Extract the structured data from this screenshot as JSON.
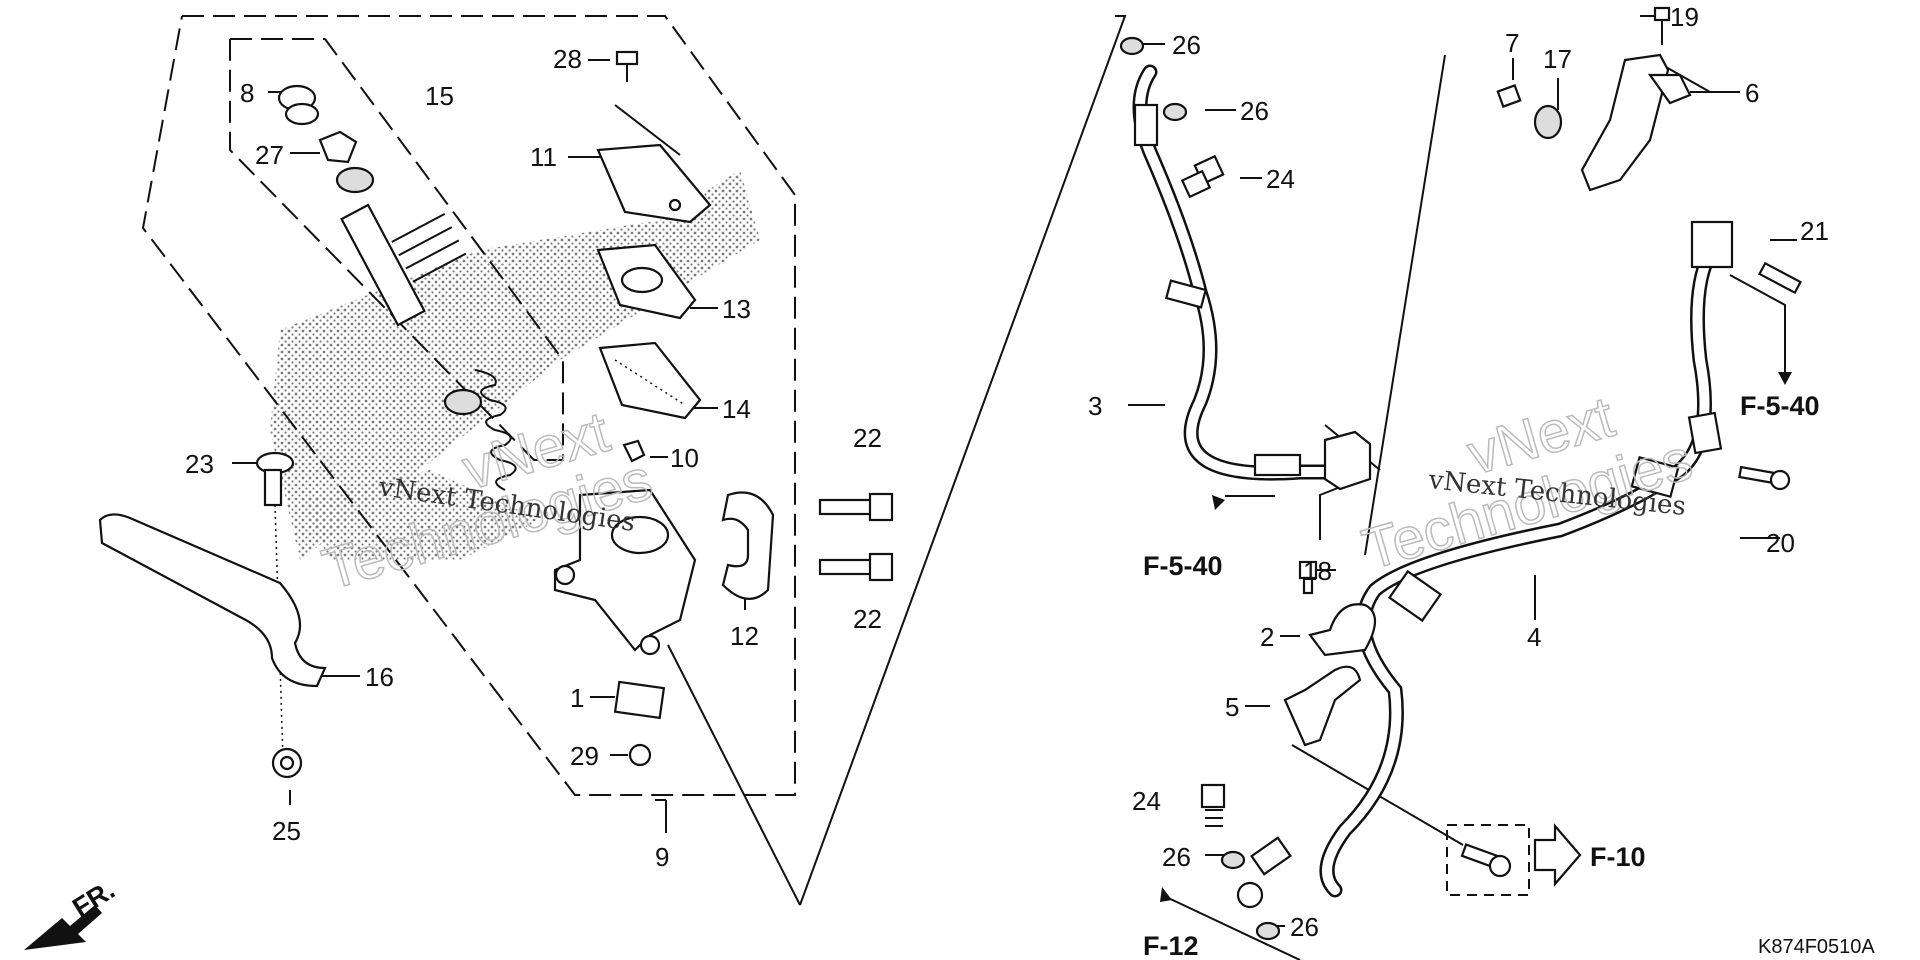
{
  "diagram": {
    "callouts": {
      "c1": "1",
      "c2": "2",
      "c3": "3",
      "c4": "4",
      "c5": "5",
      "c6": "6",
      "c7": "7",
      "c8": "8",
      "c9": "9",
      "c10": "10",
      "c11": "11",
      "c12": "12",
      "c13": "13",
      "c14": "14",
      "c15": "15",
      "c16": "16",
      "c17": "17",
      "c18": "18",
      "c19": "19",
      "c20": "20",
      "c21": "21",
      "c22a": "22",
      "c22b": "22",
      "c23": "23",
      "c24a": "24",
      "c24b": "24",
      "c25": "25",
      "c26a": "26",
      "c26b": "26",
      "c26c": "26",
      "c26d": "26",
      "c27": "27",
      "c28": "28",
      "c29": "29"
    },
    "refs": {
      "f540_left": "F-5-40",
      "f540_right": "F-5-40",
      "f10": "F-10",
      "f12": "F-12"
    },
    "front_label": "FR.",
    "diagram_code": "K874F0510A",
    "watermark": {
      "line1": "vNext Technologies",
      "line2": "vNext",
      "line3": "Technologies"
    }
  }
}
